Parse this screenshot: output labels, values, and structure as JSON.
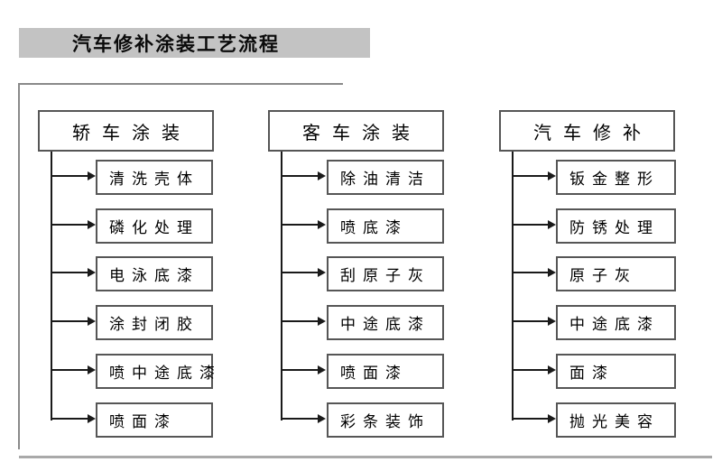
{
  "title": "汽车修补涂装工艺流程",
  "columns": [
    {
      "header": "轿车涂装",
      "items": [
        "清洗壳体",
        "磷化处理",
        "电泳底漆",
        "涂封闭胶",
        "喷中途底漆",
        "喷面漆"
      ]
    },
    {
      "header": "客车涂装",
      "items": [
        "除油清洁",
        "喷底漆",
        "刮原子灰",
        "中途底漆",
        "喷面漆",
        "彩条装饰"
      ]
    },
    {
      "header": "汽车修补",
      "items": [
        "钣金整形",
        "防锈处理",
        "原子灰",
        "中途底漆",
        "面漆",
        "抛光美容"
      ]
    }
  ],
  "colors": {
    "banner_bg": "#c3c3c3",
    "box_border": "#565656",
    "connector_line": "#1a1a1a",
    "frame_line": "#8a8a8a",
    "bottom_rule": "#a9a9a9",
    "text": "#000000"
  }
}
